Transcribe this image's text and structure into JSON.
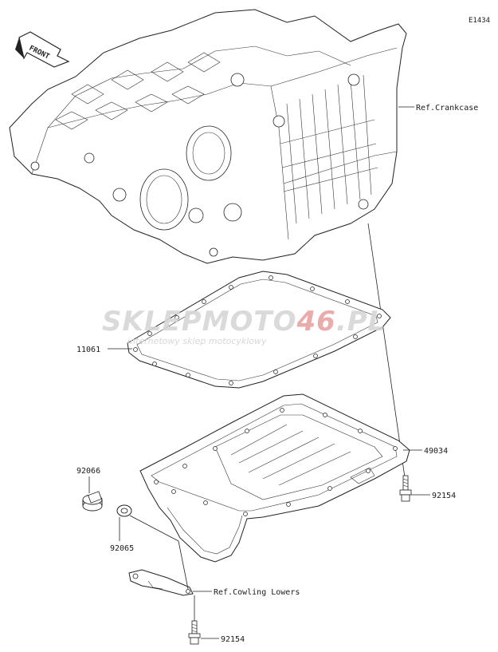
{
  "diagram_code": "E1434",
  "front_arrow": "FRONT",
  "watermark": {
    "brand_a": "SKLEP",
    "brand_b": "MOTO",
    "brand_c": "46",
    "brand_d": ".PL",
    "tagline": "internetowy sklep motocyklowy",
    "accent_color": "#e8a3a3"
  },
  "labels": {
    "ref_crankcase": "Ref.Crankcase",
    "gasket": "11061",
    "oil_pan": "49034",
    "plug": "92066",
    "bolt_right": "92154",
    "washer": "92065",
    "ref_cowling": "Ref.Cowling Lowers",
    "bolt_bottom": "92154"
  }
}
